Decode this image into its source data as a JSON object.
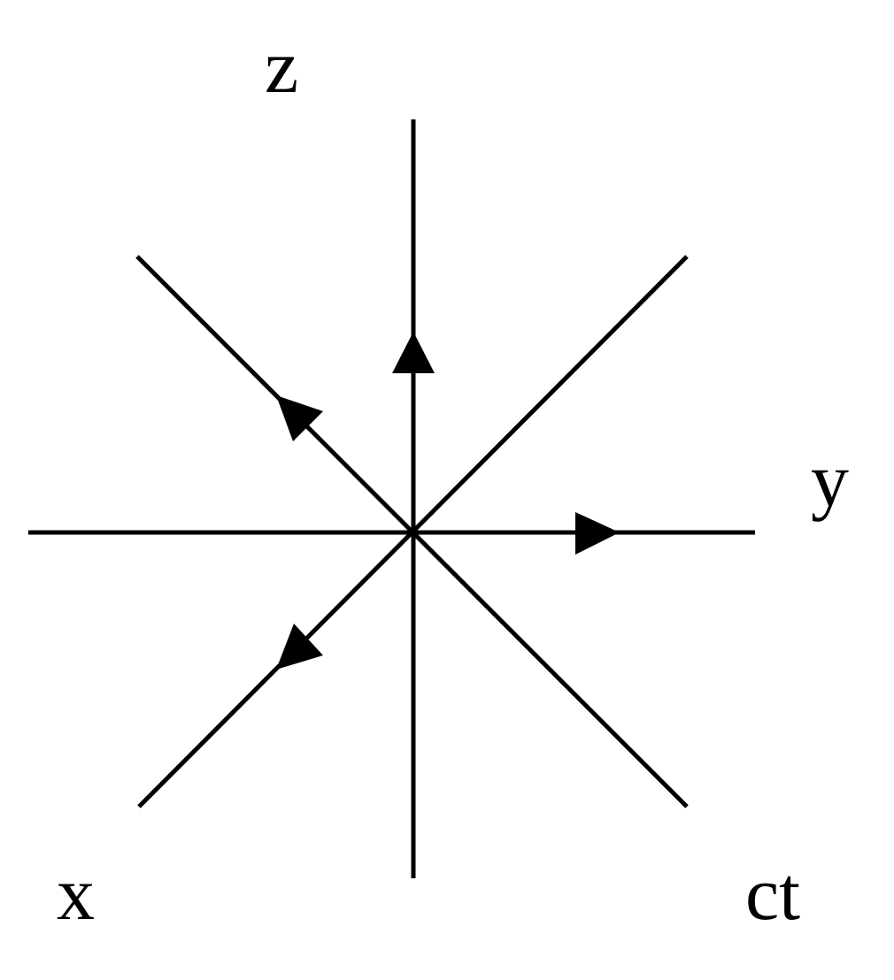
{
  "labels": {
    "z": "z",
    "y": "y",
    "x": "x",
    "ct": "ct"
  },
  "colors": {
    "ink": "#000000",
    "background": "#ffffff"
  }
}
